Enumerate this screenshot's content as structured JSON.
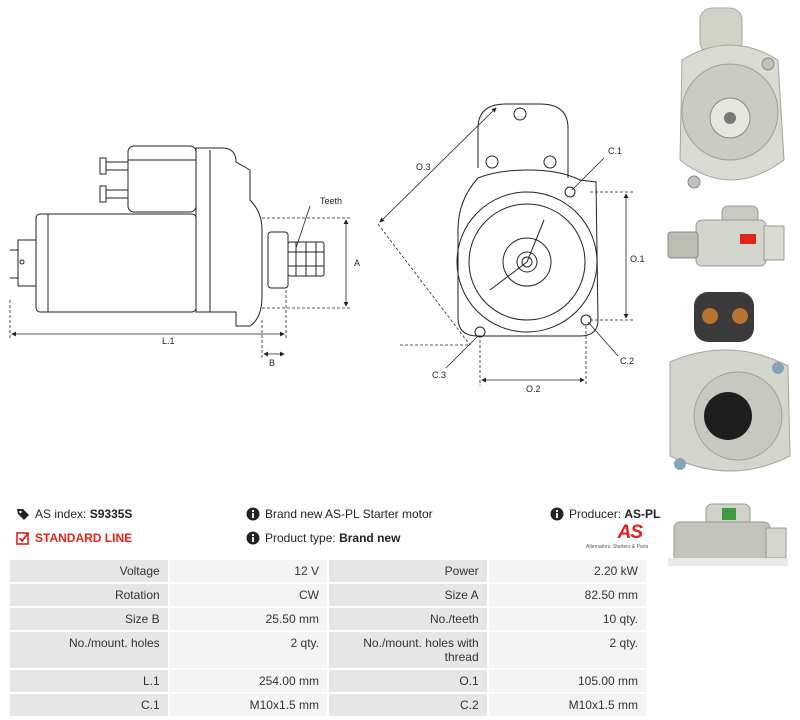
{
  "drawing": {
    "labels": {
      "teeth": "Teeth",
      "a": "A",
      "b": "B",
      "l1": "L.1",
      "o3": "O.3",
      "o1": "O.1",
      "o2": "O.2",
      "c1": "C.1",
      "c2": "C.2",
      "c3": "C.3"
    }
  },
  "info": {
    "index_label": "AS index:",
    "index_value": "S9335S",
    "line_label": "STANDARD LINE",
    "description": "Brand new AS-PL Starter motor",
    "product_type_label": "Product type:",
    "product_type_value": "Brand new",
    "producer_label": "Producer:",
    "producer_value": "AS-PL"
  },
  "logo": {
    "text": "AS",
    "tagline": "Alternators, Starters & Parts"
  },
  "specs": {
    "rows": [
      [
        {
          "k": "Voltage",
          "v": "12 V"
        },
        {
          "k": "Power",
          "v": "2.20 kW"
        }
      ],
      [
        {
          "k": "Rotation",
          "v": "CW"
        },
        {
          "k": "Size A",
          "v": "82.50 mm"
        }
      ],
      [
        {
          "k": "Size B",
          "v": "25.50 mm"
        },
        {
          "k": "No./teeth",
          "v": "10 qty."
        }
      ],
      [
        {
          "k": "No./mount. holes",
          "v": "2 qty."
        },
        {
          "k": "No./mount. holes with thread",
          "v": "2 qty."
        }
      ],
      [
        {
          "k": "L.1",
          "v": "254.00 mm"
        },
        {
          "k": "O.1",
          "v": "105.00 mm"
        }
      ],
      [
        {
          "k": "C.1",
          "v": "M10x1.5 mm"
        },
        {
          "k": "C.2",
          "v": "M10x1.5 mm"
        }
      ]
    ]
  },
  "colors": {
    "accent": "#e2231a",
    "key_cell": "#e6e6e6",
    "value_cell": "#f4f4f4"
  }
}
